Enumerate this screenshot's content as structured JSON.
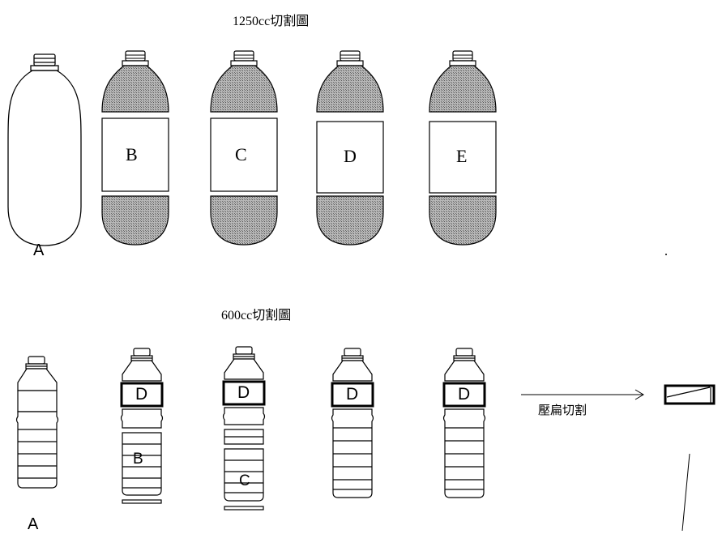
{
  "top_title": "1250cc切割圖",
  "bottom_title": "600cc切割圖",
  "top_bottles": {
    "a_label": "A",
    "cut_labels": [
      "B",
      "C",
      "D",
      "E"
    ]
  },
  "bottom_bottles": {
    "a_label": "A",
    "d_label": "D",
    "b_label": "B",
    "c_label": "C"
  },
  "arrow_text": "壓扁切割",
  "colors": {
    "ink": "#000000",
    "shade": "#8c8c8c",
    "paper": "#ffffff"
  }
}
